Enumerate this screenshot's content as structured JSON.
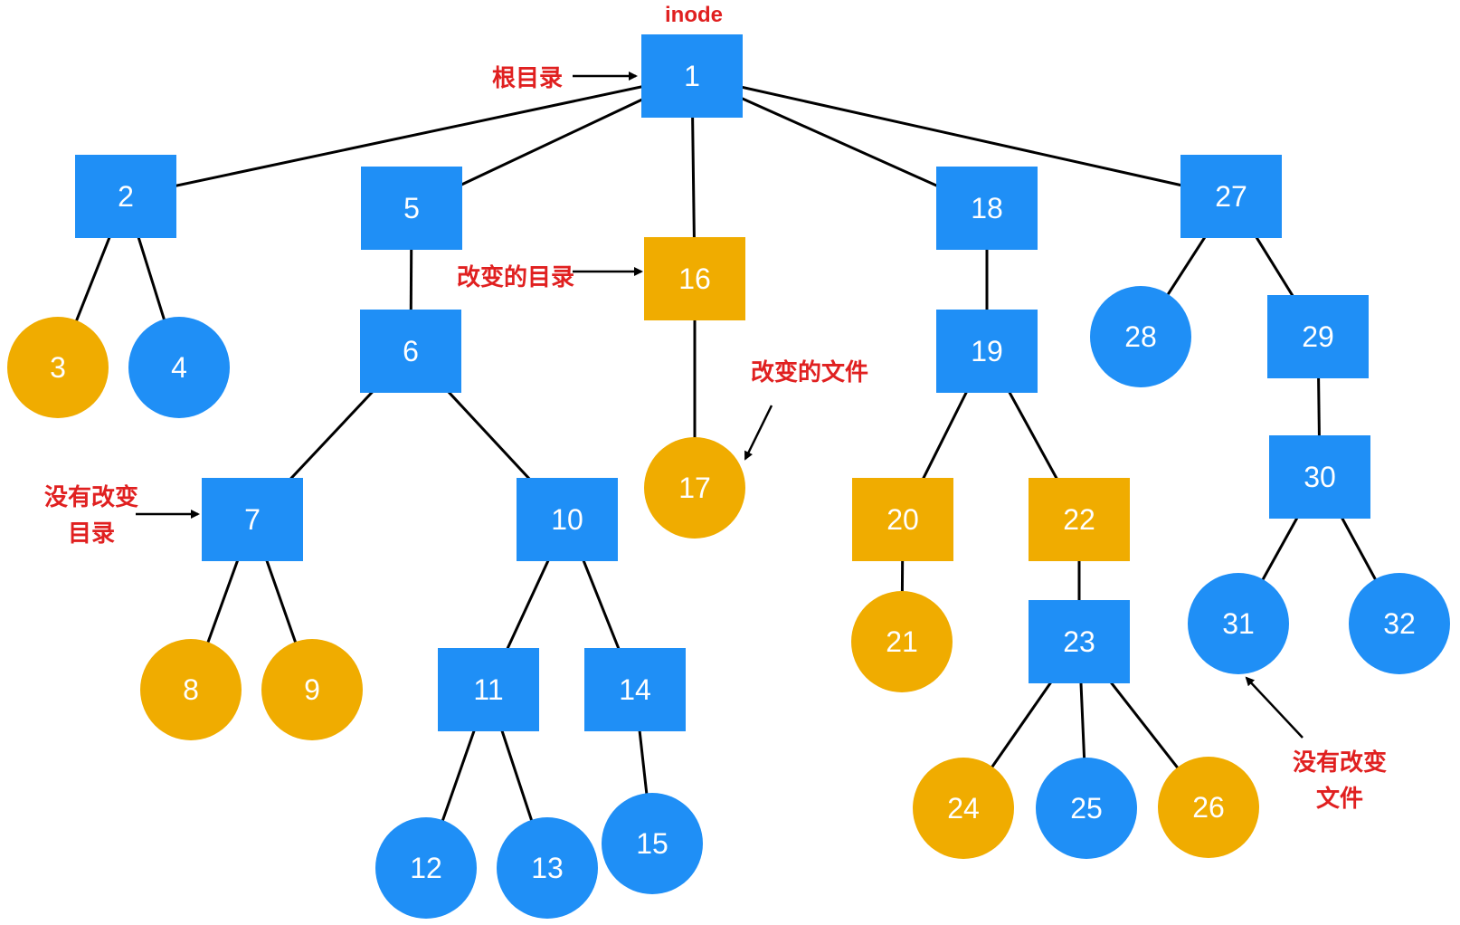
{
  "title": "inode",
  "colors": {
    "unchanged": "#1f8ff6",
    "changed": "#f0ac00",
    "edge": "#000000",
    "annotation": "#e02020"
  },
  "nodes": [
    {
      "id": "1",
      "shape": "square",
      "state": "unchanged"
    },
    {
      "id": "2",
      "shape": "square",
      "state": "unchanged"
    },
    {
      "id": "3",
      "shape": "circle",
      "state": "changed"
    },
    {
      "id": "4",
      "shape": "circle",
      "state": "unchanged"
    },
    {
      "id": "5",
      "shape": "square",
      "state": "unchanged"
    },
    {
      "id": "6",
      "shape": "square",
      "state": "unchanged"
    },
    {
      "id": "7",
      "shape": "square",
      "state": "unchanged"
    },
    {
      "id": "8",
      "shape": "circle",
      "state": "changed"
    },
    {
      "id": "9",
      "shape": "circle",
      "state": "changed"
    },
    {
      "id": "10",
      "shape": "square",
      "state": "unchanged"
    },
    {
      "id": "11",
      "shape": "square",
      "state": "unchanged"
    },
    {
      "id": "12",
      "shape": "circle",
      "state": "unchanged"
    },
    {
      "id": "13",
      "shape": "circle",
      "state": "unchanged"
    },
    {
      "id": "14",
      "shape": "square",
      "state": "unchanged"
    },
    {
      "id": "15",
      "shape": "circle",
      "state": "unchanged"
    },
    {
      "id": "16",
      "shape": "square",
      "state": "changed"
    },
    {
      "id": "17",
      "shape": "circle",
      "state": "changed"
    },
    {
      "id": "18",
      "shape": "square",
      "state": "unchanged"
    },
    {
      "id": "19",
      "shape": "square",
      "state": "unchanged"
    },
    {
      "id": "20",
      "shape": "square",
      "state": "changed"
    },
    {
      "id": "21",
      "shape": "circle",
      "state": "changed"
    },
    {
      "id": "22",
      "shape": "square",
      "state": "changed"
    },
    {
      "id": "23",
      "shape": "square",
      "state": "unchanged"
    },
    {
      "id": "24",
      "shape": "circle",
      "state": "changed"
    },
    {
      "id": "25",
      "shape": "circle",
      "state": "unchanged"
    },
    {
      "id": "26",
      "shape": "circle",
      "state": "changed"
    },
    {
      "id": "27",
      "shape": "square",
      "state": "unchanged"
    },
    {
      "id": "28",
      "shape": "circle",
      "state": "unchanged"
    },
    {
      "id": "29",
      "shape": "square",
      "state": "unchanged"
    },
    {
      "id": "30",
      "shape": "square",
      "state": "unchanged"
    },
    {
      "id": "31",
      "shape": "circle",
      "state": "unchanged"
    },
    {
      "id": "32",
      "shape": "circle",
      "state": "unchanged"
    }
  ],
  "edges": [
    [
      "1",
      "2"
    ],
    [
      "1",
      "5"
    ],
    [
      "1",
      "16"
    ],
    [
      "1",
      "18"
    ],
    [
      "1",
      "27"
    ],
    [
      "2",
      "3"
    ],
    [
      "2",
      "4"
    ],
    [
      "5",
      "6"
    ],
    [
      "6",
      "7"
    ],
    [
      "6",
      "10"
    ],
    [
      "7",
      "8"
    ],
    [
      "7",
      "9"
    ],
    [
      "10",
      "11"
    ],
    [
      "10",
      "14"
    ],
    [
      "11",
      "12"
    ],
    [
      "11",
      "13"
    ],
    [
      "14",
      "15"
    ],
    [
      "16",
      "17"
    ],
    [
      "18",
      "19"
    ],
    [
      "19",
      "20"
    ],
    [
      "19",
      "22"
    ],
    [
      "20",
      "21"
    ],
    [
      "22",
      "23"
    ],
    [
      "23",
      "24"
    ],
    [
      "23",
      "25"
    ],
    [
      "23",
      "26"
    ],
    [
      "27",
      "28"
    ],
    [
      "27",
      "29"
    ],
    [
      "29",
      "30"
    ],
    [
      "30",
      "31"
    ],
    [
      "30",
      "32"
    ]
  ],
  "annotations": {
    "root_dir": "根目录",
    "changed_dir": "改变的目录",
    "changed_file": "改变的文件",
    "unchanged_dir_line1": "没有改变",
    "unchanged_dir_line2": "目录",
    "unchanged_file_line1": "没有改变",
    "unchanged_file_line2": "文件"
  }
}
